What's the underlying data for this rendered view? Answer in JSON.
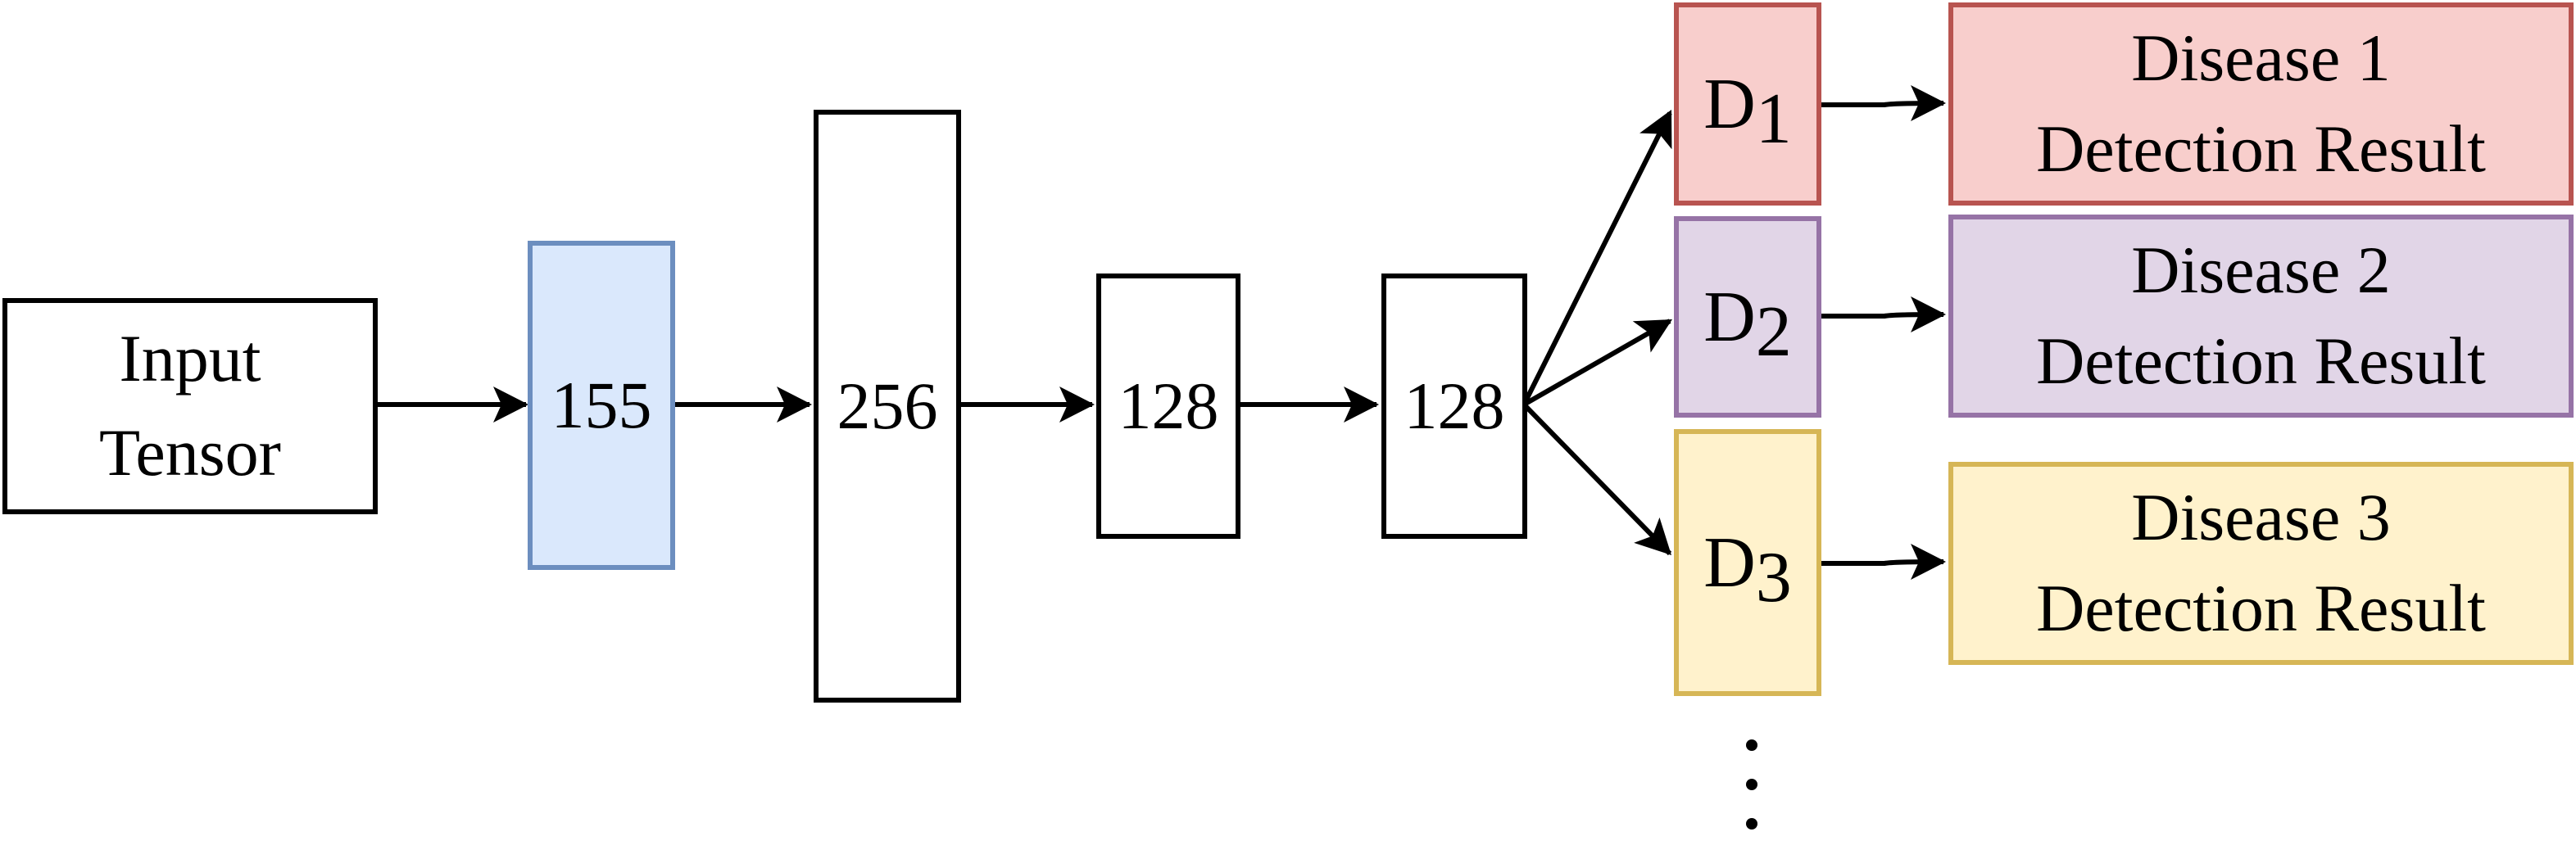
{
  "input": {
    "line1": "Input",
    "line2": "Tensor"
  },
  "layers": [
    {
      "label": "155"
    },
    {
      "label": "256"
    },
    {
      "label": "128"
    },
    {
      "label": "128"
    }
  ],
  "heads": [
    {
      "letter": "D",
      "sub": "1"
    },
    {
      "letter": "D",
      "sub": "2"
    },
    {
      "letter": "D",
      "sub": "3"
    }
  ],
  "results": [
    {
      "line1": "Disease 1",
      "line2": "Detection Result"
    },
    {
      "line1": "Disease 2",
      "line2": "Detection Result"
    },
    {
      "line1": "Disease 3",
      "line2": "Detection Result"
    }
  ],
  "colors": {
    "layer1_fill": "#dae8fc",
    "layer1_stroke": "#6c8ebf",
    "d1_fill": "#f8cecc",
    "d1_stroke": "#b85450",
    "d2_fill": "#e1d5e7",
    "d2_stroke": "#9673a6",
    "d3_fill": "#fff2cc",
    "d3_stroke": "#d6b656"
  },
  "continuation": "vertical-ellipsis"
}
